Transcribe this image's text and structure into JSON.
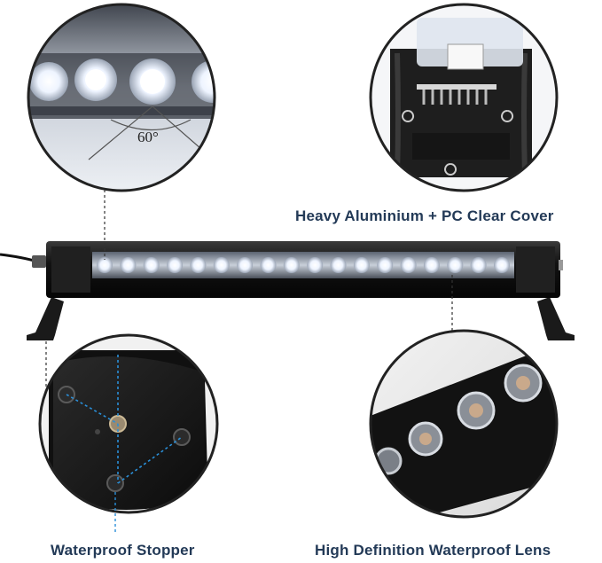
{
  "callouts": {
    "cover": "Heavy Aluminium + PC Clear Cover",
    "stopper": "Waterproof Stopper",
    "lens": "High Definition Waterproof Lens",
    "beam_angle": "60°"
  },
  "colors": {
    "label_text": "#233a57",
    "bar_body": "#1a1a1a",
    "guide_line": "#2a8fd8",
    "led_glow": "#f4f8ff"
  },
  "product": {
    "led_count": 18
  }
}
